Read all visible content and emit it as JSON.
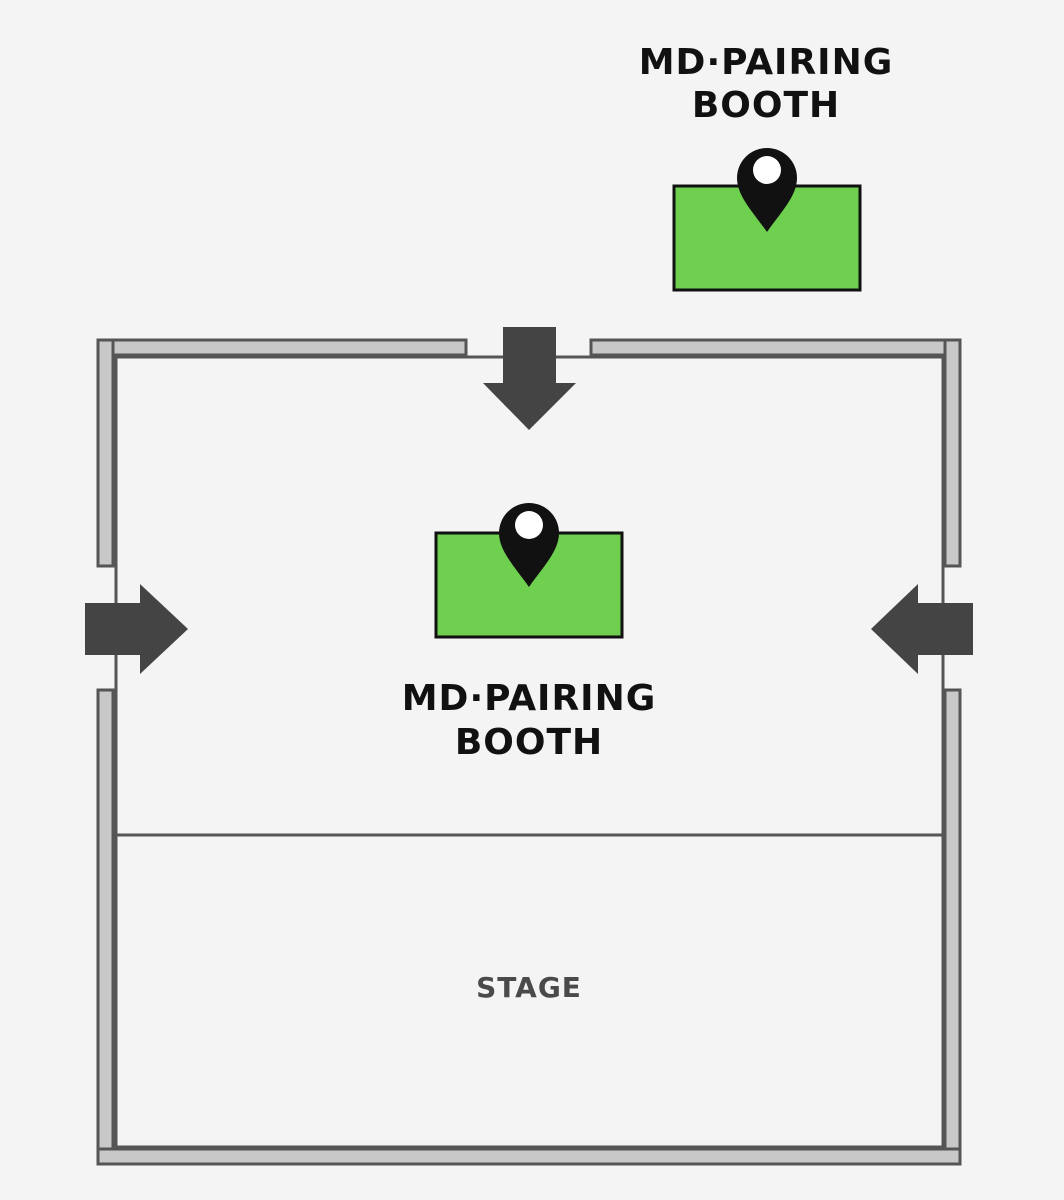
{
  "booths": [
    {
      "id": "outside",
      "label_line1": "MD·PAIRING",
      "label_line2": "BOOTH"
    },
    {
      "id": "inside",
      "label_line1": "MD·PAIRING",
      "label_line2": "BOOTH"
    }
  ],
  "stage": {
    "label": "STAGE"
  },
  "entrances": [
    "top",
    "left",
    "right"
  ],
  "colors": {
    "background": "#f4f4f4",
    "booth_fill": "#6fcf4e",
    "booth_stroke": "#111111",
    "wall_fill": "#c8c8c8",
    "wall_stroke": "#555555",
    "arrow": "#444444",
    "pin": "#111111",
    "stage_text": "#4a4a4a"
  },
  "icons": {
    "booth_marker": "location-pin-icon",
    "entrance": "entrance-arrow-icon"
  }
}
